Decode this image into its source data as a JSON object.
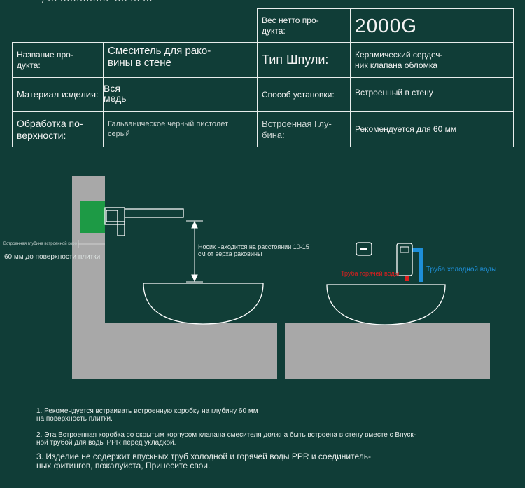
{
  "top_fragment": "/ ··· ···············  ···· ··· ···",
  "specs": {
    "net_weight_label": "Вес нетто про-\nдукта:",
    "net_weight_value": "2000G",
    "product_name_label": "Название про-\nдукта:",
    "product_name_value": "Смеситель для рако-\nвины в стене",
    "spool_type_label": "Тип Шпули:",
    "spool_type_value": "Керамический сердеч-\nник клапана обломка",
    "material_label": "Материал изделия:",
    "material_value": "Вся\nмедь",
    "install_method_label": "Способ установки:",
    "install_method_value": "Встроенный в стену",
    "surface_label": "Обработка по-\nверхности:",
    "surface_value": "Гальваническое черный пистолет\nсерый",
    "embed_depth_label": "Встроенная Глу-\nбина:",
    "embed_depth_value": "Рекомендуется для 60 мм"
  },
  "diagram": {
    "embed_depth_small": "Встроенная глубина встроенной коро",
    "embed_depth_text": "60 мм до поверхности плитки",
    "spout_distance": "Носик находится на расстоянии 10-15\nсм от верха раковины",
    "hot_pipe": "Труба горячей воды",
    "cold_pipe": "Труба холодной воды",
    "colors": {
      "green_box": "#1d9a45",
      "cold_pipe": "#1e8fd8",
      "hot_pipe": "#e01e1e",
      "wall": "#a8a8a8"
    }
  },
  "notes": {
    "n1": "1. Рекомендуется встраивать встроенную коробку на глубину 60 мм\nна поверхность плитки.",
    "n2": "2. Эта Встроенная коробка со скрытым корпусом клапана смесителя должна быть встроена в стену вместе с Впуск-\nной трубой для воды PPR перед укладкой.",
    "n3": "3. Изделие не содержит впускных труб холодной и горячей воды PPR и соединитель-\nных фитингов, пожалуйста, Принесите свои."
  }
}
